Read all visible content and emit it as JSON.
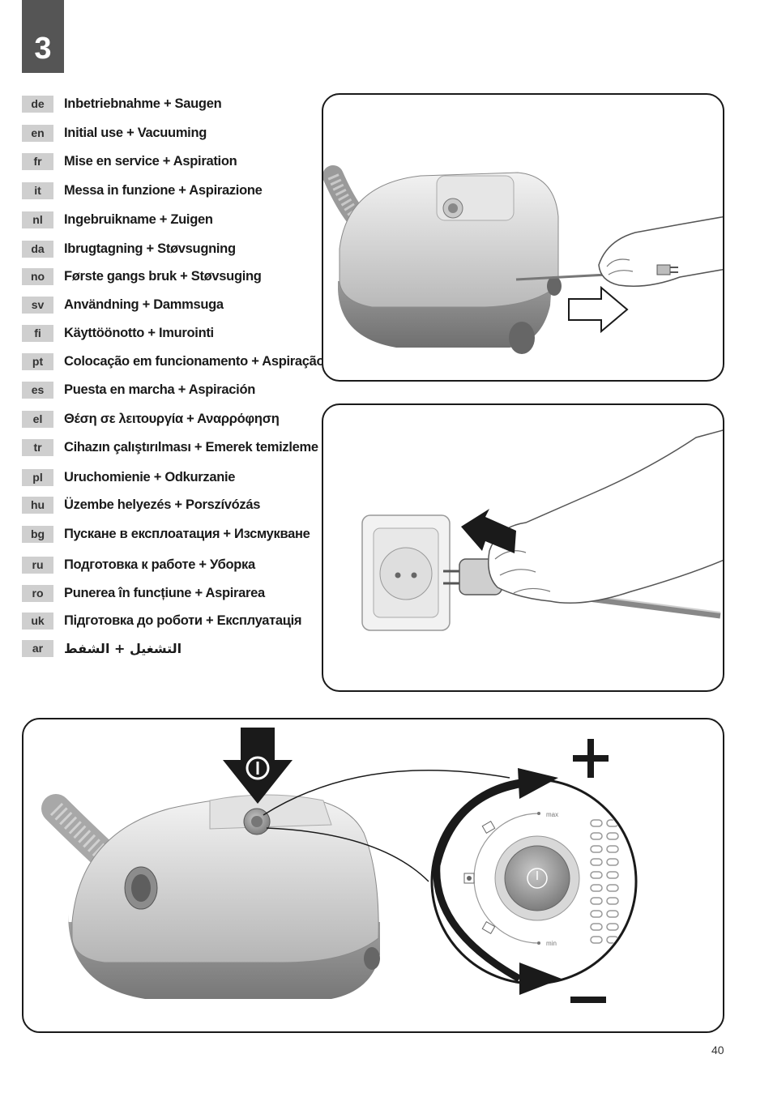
{
  "step_number": "3",
  "languages": [
    {
      "code": "de",
      "text": "Inbetriebnahme + Saugen"
    },
    {
      "code": "en",
      "text": "Initial use + Vacuuming"
    },
    {
      "code": "fr",
      "text": "Mise en service + Aspiration"
    },
    {
      "code": "it",
      "text": "Messa in funzione + Aspirazione"
    },
    {
      "code": "nl",
      "text": "Ingebruikname + Zuigen"
    },
    {
      "code": "da",
      "text": "Ibrugtagning + Støvsugning"
    },
    {
      "code": "no",
      "text": "Første gangs bruk + Støvsuging"
    },
    {
      "code": "sv",
      "text": "Användning + Dammsuga"
    },
    {
      "code": "fi",
      "text": "Käyttöönotto + Imurointi"
    },
    {
      "code": "pt",
      "text": "Colocação em funcionamento + Aspiração"
    },
    {
      "code": "es",
      "text": "Puesta en marcha + Aspiración"
    },
    {
      "code": "el",
      "text": "Θέση σε λειτουργία + Αναρρόφηση"
    },
    {
      "code": "tr",
      "text": "Cihazın çalıştırılması + Emerek temizleme"
    },
    {
      "code": "pl",
      "text": "Uruchomienie + Odkurzanie"
    },
    {
      "code": "hu",
      "text": "Üzembe helyezés + Porszívózás"
    },
    {
      "code": "bg",
      "text": "Пускане в експлоатация + Изсмукване"
    },
    {
      "code": "ru",
      "text": "Подготовка к работе + Уборка"
    },
    {
      "code": "ro",
      "text": "Punerea în funcțiune + Aspirarea"
    },
    {
      "code": "uk",
      "text": "Підготовка до роботи + Експлуатація"
    },
    {
      "code": "ar",
      "text": "التشغيل + الشفط"
    }
  ],
  "dial": {
    "max_label": "max",
    "min_label": "min"
  },
  "page_number": "40",
  "icons": [
    "power-icon",
    "plus-icon",
    "minus-icon",
    "arrow-right-icon",
    "arrow-left-icon",
    "arrow-down-icon"
  ]
}
